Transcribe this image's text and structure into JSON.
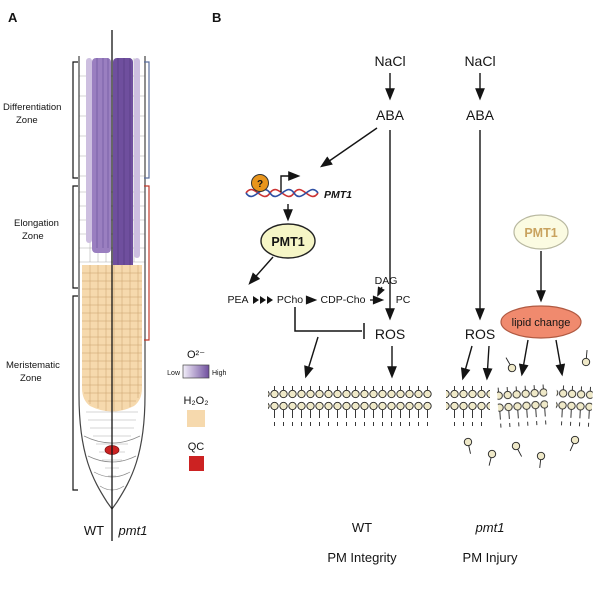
{
  "figure": {
    "panel_a_label": "A",
    "panel_b_label": "B"
  },
  "panelA": {
    "zones": [
      {
        "line1": "Differentiation",
        "line2": "Zone"
      },
      {
        "line1": "Elongation",
        "line2": "Zone"
      },
      {
        "line1": "Meristematic",
        "line2": "Zone"
      }
    ],
    "legend": {
      "o2_label": "O²⁻",
      "low": "Low",
      "high": "High",
      "h2o2_label": "H₂O₂",
      "qc_label": "QC"
    },
    "wt": "WT",
    "pmt1": "pmt1"
  },
  "panelB": {
    "wt_column": {
      "nacl": "NaCl",
      "aba": "ABA",
      "gene_label": "PMT1",
      "tf_question": "?",
      "pmt1_protein": "PMT1",
      "pea": "PEA",
      "pcho": "PCho",
      "cdp_cho": "CDP-Cho",
      "pc": "PC",
      "dag": "DAG",
      "ros": "ROS",
      "genotype": "WT",
      "outcome": "PM Integrity"
    },
    "pmt1_column": {
      "nacl": "NaCl",
      "aba": "ABA",
      "pmt1_protein": "PMT1",
      "lipid_change": "lipid change",
      "ros": "ROS",
      "genotype": "pmt1",
      "outcome": "PM Injury"
    }
  },
  "colors": {
    "stele_purple_dark": "#6f4f9e",
    "stele_purple": "#9a7fc0",
    "stele_purple_light": "#cdbfe0",
    "h2o2_peach": "#f6d9ad",
    "qc_red": "#cc2222",
    "pmt1_oval_fill": "#f5f5c6",
    "pmt1_faded_fill": "#fbfbe2",
    "lipid_change_fill": "#f08a6e",
    "tf_orange": "#e8951c",
    "lipid_head": "#efe9c8",
    "bracket_blue": "#5a6e9e",
    "bracket_red": "#c0392b"
  }
}
